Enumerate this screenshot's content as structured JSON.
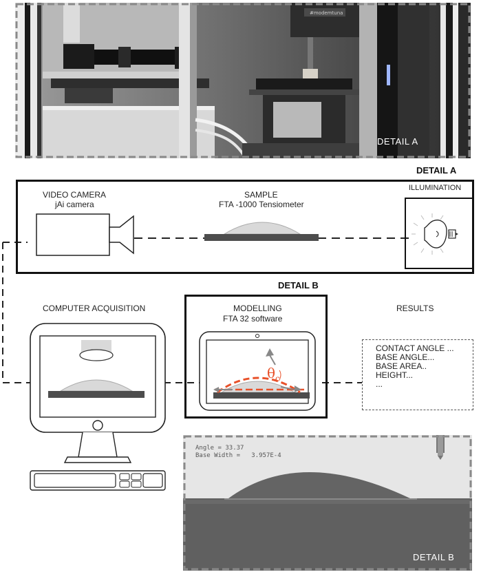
{
  "photo_a": {
    "label": "DETAIL A",
    "brand_text": "#modemtuna"
  },
  "detail_a": {
    "title": "DETAIL A"
  },
  "detail_b": {
    "title": "DETAIL B"
  },
  "camera": {
    "title": "VIDEO CAMERA",
    "subtitle": "jAi camera",
    "icon": "video-camera-icon"
  },
  "sample": {
    "title": "SAMPLE",
    "subtitle": "FTA -1000 Tensiometer"
  },
  "illumination": {
    "title": "ILLUMINATION",
    "icon": "light-bulb-icon"
  },
  "computer": {
    "title": "COMPUTER ACQUISITION",
    "icon": "desktop-computer-icon"
  },
  "modelling": {
    "title": "MODELLING",
    "subtitle": "FTA 32 software",
    "angle_symbol": "θ",
    "angle_subscript": "c",
    "icon": "tablet-icon"
  },
  "results": {
    "title": "RESULTS",
    "items": [
      "CONTACT ANGLE ...",
      "BASE ANGLE...",
      "BASE AREA..",
      "HEIGHT...",
      "..."
    ]
  },
  "photo_b": {
    "label": "DETAIL B",
    "angle_label": "Angle =",
    "angle_value": "33.37",
    "base_width_label": "Base Width =",
    "base_width_value": "3.957E-4"
  },
  "colors": {
    "accent": "#e8512a",
    "frame": "#111111",
    "sample_base": "#4d4d4d",
    "drop": "#d9d9d9"
  }
}
